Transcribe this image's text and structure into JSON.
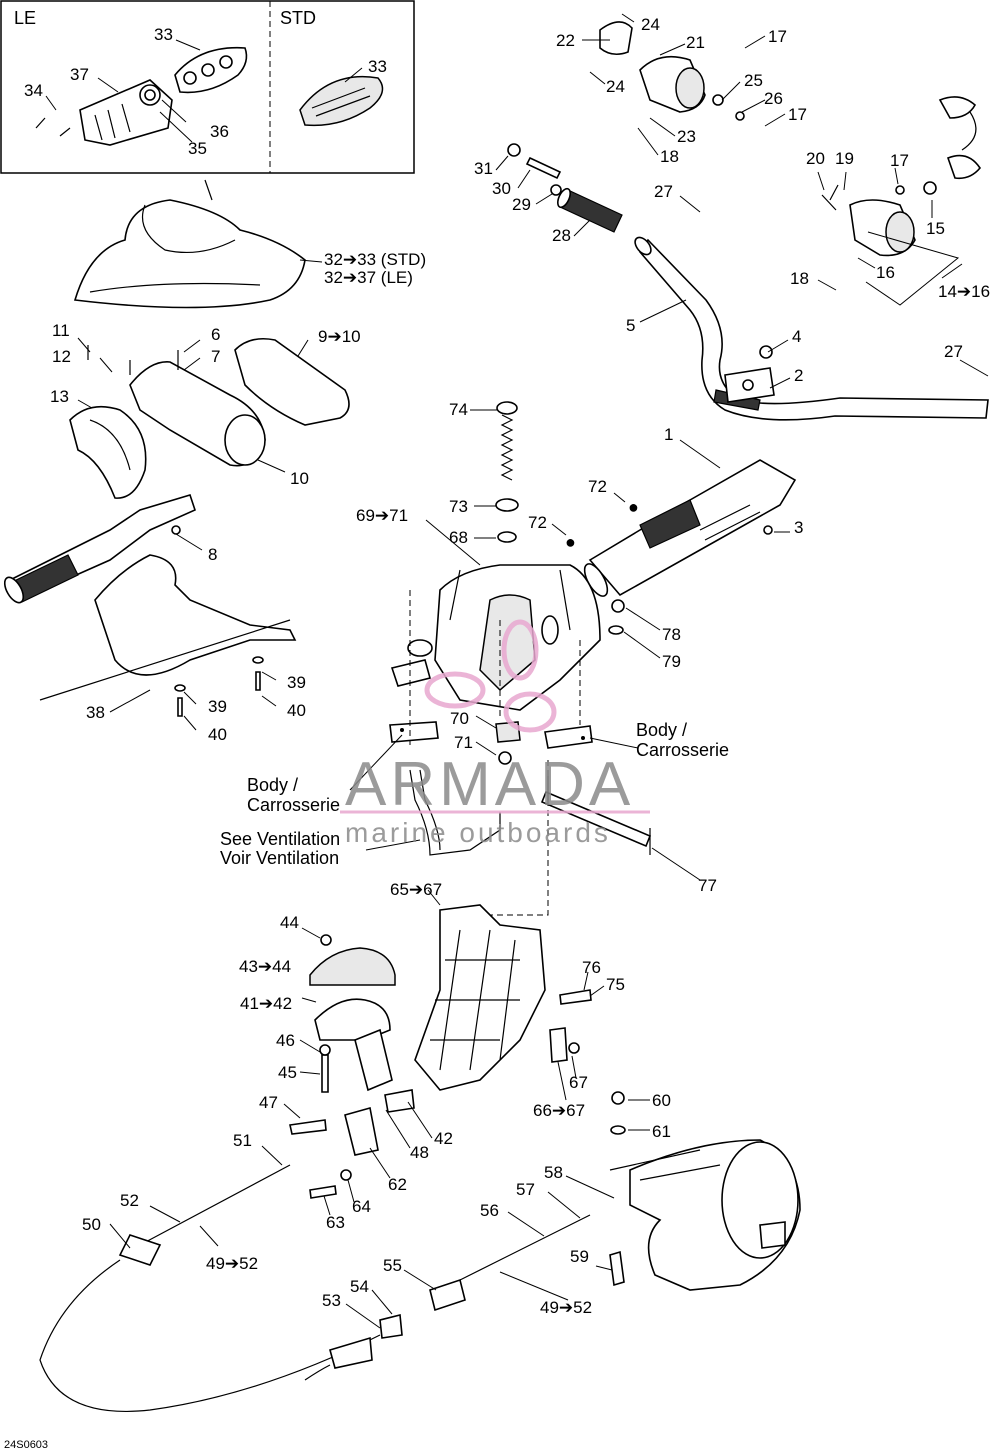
{
  "inset": {
    "le_label": "LE",
    "std_label": "STD"
  },
  "labels": [
    "24",
    "22",
    "21",
    "17",
    "24",
    "25",
    "26",
    "17",
    "23",
    "18",
    "31",
    "30",
    "29",
    "28",
    "27",
    "20",
    "19",
    "17",
    "15",
    "18",
    "16",
    "14➔16",
    "5",
    "4",
    "2",
    "27",
    "33",
    "37",
    "34",
    "36",
    "35",
    "33",
    "32➔33 (STD)",
    "32➔37 (LE)",
    "11",
    "12",
    "6",
    "7",
    "9➔10",
    "13",
    "10",
    "8",
    "39",
    "40",
    "39",
    "40",
    "38",
    "74",
    "73",
    "68",
    "69➔71",
    "72",
    "72",
    "1",
    "3",
    "78",
    "79",
    "70",
    "71",
    "77",
    "65➔67",
    "44",
    "43➔44",
    "41➔42",
    "46",
    "45",
    "47",
    "42",
    "48",
    "62",
    "76",
    "75",
    "67",
    "66➔67",
    "60",
    "61",
    "51",
    "52",
    "50",
    "49➔52",
    "63",
    "64",
    "58",
    "57",
    "56",
    "55",
    "54",
    "53",
    "59",
    "49➔52"
  ],
  "notes": {
    "body_right": [
      "Body /",
      "Carrosserie"
    ],
    "body_left": [
      "Body /",
      "Carrosserie"
    ],
    "ventilation": [
      "See Ventilation",
      "Voir Ventilation"
    ]
  },
  "watermark": {
    "brand": "ARMADA",
    "tagline": "marine outboards"
  },
  "footer": {
    "code": "24S0603"
  }
}
